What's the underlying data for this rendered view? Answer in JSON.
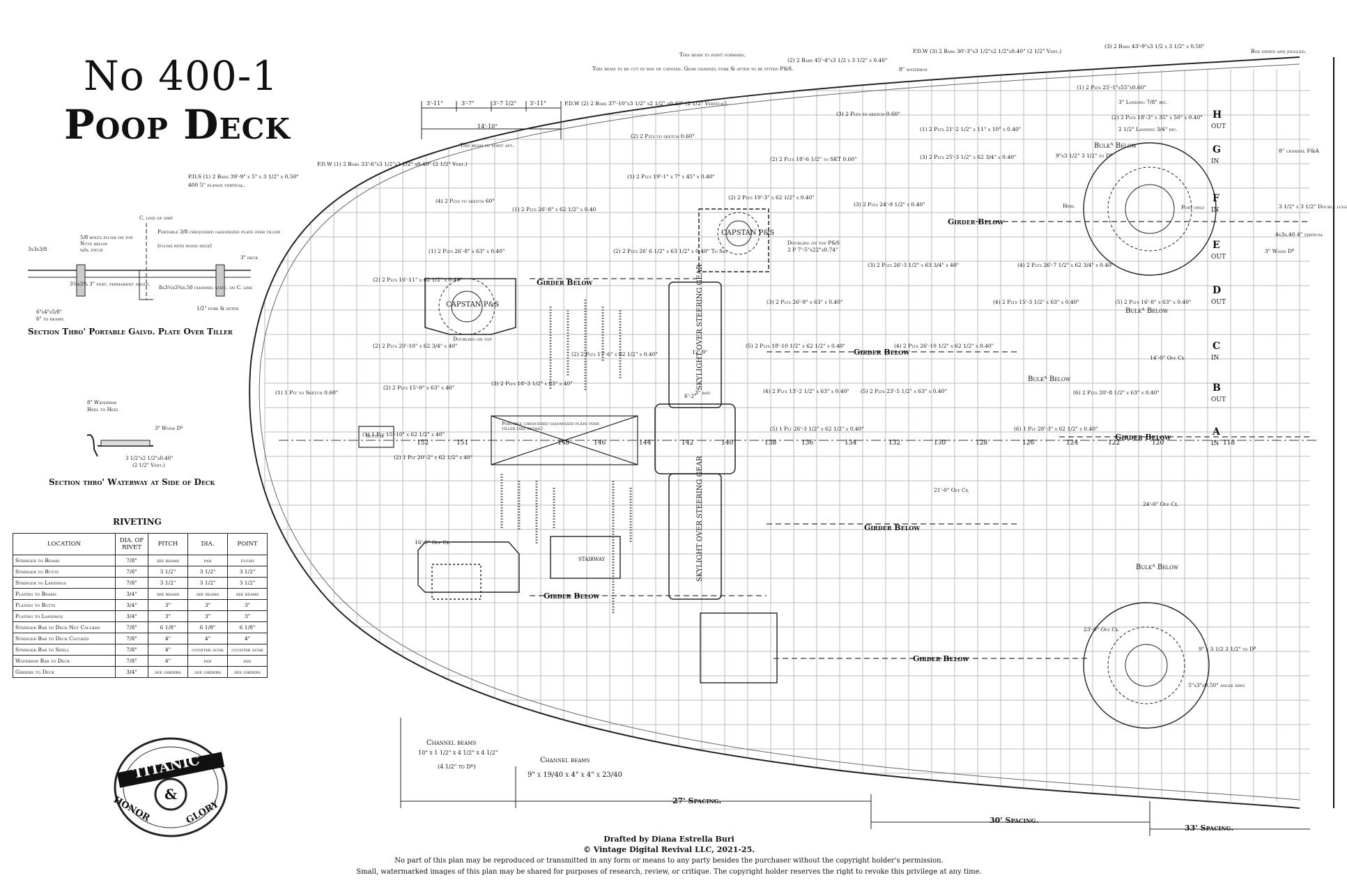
{
  "title": {
    "number": "No 400-1",
    "name": "Poop Deck"
  },
  "sections": {
    "tiller": {
      "caption": "Section Thro' Portable Galvd. Plate Over Tiller",
      "notes": [
        "3x3x3/8",
        "5/8 bolts flush on top",
        "Nuts below",
        "w/r. pitch",
        "C. line of ship",
        "Portable 3/8 chequered galvanized plate over tiller",
        "(flush with wood deck)",
        "3\" deck",
        "3⁵⁄₈x3³⁄₈ 3\" vert. permanent angle.",
        "8x3¹⁄₂x3³⁄₈x.50 channel stiff. on C. line",
        "1/2\" fore & after",
        "6\"x4\"x5/8\"",
        "6\" to beams"
      ]
    },
    "waterway": {
      "caption": "Section thro' Waterway at Side of Deck",
      "notes": [
        "8\" Waterway",
        "Heel to Heel",
        "3\" Wood Dᴿ",
        "3 1/2\"x2 1/2\"x0.40\"",
        "(2 1/2\" Vert.)"
      ]
    }
  },
  "riveting": {
    "title": "RIVETING",
    "headers": [
      "LOCATION",
      "DIA. OF RIVET",
      "PITCH",
      "DIA.",
      "POINT"
    ],
    "rows": [
      [
        "Stringer to Beams",
        "7/8\"",
        "see beams",
        "pan",
        "flush"
      ],
      [
        "Stringer to Butts",
        "7/8\"",
        "3 1/2\"",
        "3 1/2\"",
        "3 1/2\""
      ],
      [
        "Stringer to Landings",
        "7/8\"",
        "3 1/2\"",
        "3 1/2\"",
        "3 1/2\""
      ],
      [
        "Plating to Beams",
        "3/4\"",
        "see beams",
        "see beams",
        "see beams"
      ],
      [
        "Plating to Butts",
        "3/4\"",
        "3\"",
        "3\"",
        "3\""
      ],
      [
        "Plating to Landings",
        "3/4\"",
        "3\"",
        "3\"",
        "3\""
      ],
      [
        "Stringer Bar to Deck Not Caulked",
        "7/8\"",
        "6 1/8\"",
        "6 1/8\"",
        "6 1/8\""
      ],
      [
        "Stringer Bar to Deck Caulked",
        "7/8\"",
        "4\"",
        "4\"",
        "4\""
      ],
      [
        "Stringer Bar to Shell",
        "7/8\"",
        "4\"",
        "counter sunk",
        "counter sunk"
      ],
      [
        "Waterway Bar to Deck",
        "7/8\"",
        "4\"",
        "pan",
        "pan"
      ],
      [
        "Girders to Deck",
        "3/4\"",
        "see girders",
        "see girders",
        "see girders"
      ]
    ]
  },
  "logo": {
    "top": "TITANIC",
    "left": "HONOR",
    "center": "&",
    "right": "GLORY"
  },
  "plan": {
    "frames": [
      "152",
      "151",
      "148",
      "146",
      "144",
      "142",
      "140",
      "138",
      "136",
      "134",
      "132",
      "130",
      "128",
      "126",
      "124",
      "122",
      "120",
      "118"
    ],
    "strakes": [
      {
        "letter": "H",
        "dir": "OUT"
      },
      {
        "letter": "G",
        "dir": "IN"
      },
      {
        "letter": "F",
        "dir": "IN"
      },
      {
        "letter": "E",
        "dir": "OUT"
      },
      {
        "letter": "D",
        "dir": "OUT"
      },
      {
        "letter": "C",
        "dir": "IN"
      },
      {
        "letter": "B",
        "dir": "OUT"
      },
      {
        "letter": "A",
        "dir": "IN"
      }
    ],
    "girder_labels": [
      "Girder Below",
      "Girder Below",
      "Girder Below",
      "Girder Below",
      "Girder Below",
      "Girder Below",
      "Girder Below"
    ],
    "bulk_labels": [
      "Bulkᴬ Below",
      "Bulkᴬ Below",
      "Bulkᴬ Below",
      "Bulkᴬ Below"
    ],
    "capstans": [
      "CAPSTAN P&S",
      "CAPSTAN P&S"
    ],
    "skylights": [
      "SKYLIGHT OVER STEERING GEAR",
      "SKYLIGHT OVER STEERING GEAR"
    ],
    "stairway": "STAIRWAY",
    "scuttle": "Scuttle",
    "portable_plate": "Portable chequered galvanized plate over tiller (see detail)",
    "top_dims": [
      "3'-11\"",
      "3'-7\"",
      "3'-7 1/2\"",
      "3'-11\"",
      "14'-10\""
    ],
    "notes": [
      "This beam to point aft.",
      "This beam to point forward.",
      "This beam to be cut in way of capstan. Gear channel fore & after to be fitted P&S.",
      "Box ended and joggled.",
      "8\" waterway",
      "P.D.S (1) 2 Bars 39'-9\" x 5\" x 3 1/2\" x 0.50\"",
      "400 5\" flange vertical.",
      "P.D.W (1) 2 Bars 33'-6\"x3 1/2\"x2 1/2\" x0.40\" (2 1/2\" Vert.)",
      "P.D.W (2) 2 Bars 37'-10\"x3 1/2\" x2 1/2\" x0.40\" (2 1/2\" Vertical)",
      "P.D.W (3) 2 Bars 30'-3\"x3 1/2\"x2 1/2\"x0.40\" (2 1/2\" Vert.)",
      "(3) 2 Bars 43'-9\"x3 1/2 x 3 1/2\" x 0.50\"",
      "(2) 2 Bars 45'-4\"x3 1/2 x 3 1/2\" x 0.40\"",
      "(1) 2 Plts 25'-1\"x55\"x0.60\"",
      "(2) 2 Plts to sketch 0.60\"",
      "(3) 2 Plts to sketch 0.60\"",
      "(4) 2 Plts to sketch 60\"",
      "3\" Landing 7/8\" riv.",
      "2 1/2\" Landing 3/4\" riv.",
      "(2) 2 Plts 18'-3\" x 35\" x 50\" x 0.40\"",
      "(1) 2 Plts 21'-2 1/2\" x 11\" x 10\" x 0.40\"",
      "(2) 2 Plts 18'-6 1/2\" to SKT 0.60\"",
      "(3) 2 Plts 25'-3 1/2\" x 62 3/4\" x 0.40\"",
      "(1) 2 Plts 19'-1\" x 7\" x 45\" x 0.40\"",
      "(2) 2 Plts 19'-3\" x 62 1/2\" x 0.40\"",
      "(3) 2 Plts 24'-9 1/2\" x 0.40\"",
      "(1) 2 Plts 26'-8\" x 62 1/2\" x 0.40",
      "(2) 2 Plts 26' 6 1/2\" x 63 1/2\" x 0.40\" To Skt",
      "(1) 2 Plts 26'-8\" x 63\" x 0.40\"",
      "(3) 2 Plts 26'-3 1/2\" x 63 3/4\" x 40\"",
      "(4) 2 Plts 26'-7 1/2\" x 62 3/4\" x 0.40\"",
      "(3) 2 Plts 26'-9\" x 63\" x 0.40\"",
      "(4) 2 Plts 15'-3 1/2\" x 63\" x 0.40\"",
      "(5) 2 Plts 16'-8\" x 63\" x 0.40\"",
      "(5) 2 Plts 18'-10 1/2\" x 62 1/2\" x 0.40\"",
      "(4) 2 Plts 26'-10 1/2\" x 62 1/2\" x 0.40\"",
      "(4) 2 Plts 13'-2 1/2\" x 63\" x 0.40\"",
      "(5) 2 Plts 23'-5 1/2\" x 63\" x 0.40\"",
      "(6) 2 Plts 20'-8 1/2\" x 63\" x 0.40\"",
      "(5) 1 Plt 26'-3 1/2\" x 62 1/2\" x 0.40\"",
      "(6) 1 Plt 28'-3\" x 62 1/2\" x 0.40\"",
      "(2) 1 Plt 20'-2\" x 62 1/2\" x 40\"",
      "(1) 1 Plt 15'-10\" x 62 1/2\" x 40\"",
      "(1) 1 Plt to Sketch 0.60\"",
      "(2) 2 Plts 20'-10\" x 62 3/4\" x 40\"",
      "(2) 2 Plts 15'-0\" x 63\" x 40\"",
      "(2) 2 Plts 17'-6\" x 62 1/2\" x 0.40\"",
      "(3) 2 Plts 18'-3 1/2\" x 63\" x 40\"",
      "(2) 2 Plts 16'-11\" x 62 1/2\" x 0.40\"",
      "Doubling on top P&S",
      "2 P 7'-5\"x22\"x0.74\"",
      "Doubling on top",
      "8\" channel F&A",
      "3 1/2\" x 3 1/2\" Double lugs",
      "4x3x.40 4\" vertical",
      "3\" Wood Dᴿ",
      "9\"x3 1/2\" 3 1/2\" to Dᴿ",
      "Heel",
      "Port only",
      "24'-0\" Off Cʟ",
      "23'-0\" Off Cʟ",
      "21'-0\" Off Cʟ",
      "16'-0\" Off Cʟ",
      "14'-0\" Off Cʟ",
      "12'-9\"",
      "6'-2\"",
      "3\" rad",
      "9\" x 3 1/2 3 1/2\" to Dᴿ",
      "5\"x3\"x0.50\" angle ring"
    ],
    "channel_beams_1": {
      "label": "Channel beams",
      "spec": "10\" x 1 1/2\" x 4 1/2\" x 4 1/2\"",
      "note": "(4 1/2\" to Dᴿ)"
    },
    "channel_beams_2": {
      "label": "Channel beams",
      "spec": "9\" x 19/40 x 4\" x 4\" x 23/40"
    },
    "spacing": [
      "27' Spacing.",
      "30' Spacing.",
      "33' Spacing."
    ]
  },
  "footer": {
    "drafted": "Drafted by Diana Estrella Buri",
    "copyright": "© Vintage Digital Revival LLC, 2021-25.",
    "notice1": "No part of this plan may be reproduced or transmitted in any form or means to any party besides the purchaser without the copyright holder's permission.",
    "notice2": "Small, watermarked images of this plan may be shared for purposes of research, review, or critique. The copyright holder reserves the right to revoke this privilege at any time."
  }
}
